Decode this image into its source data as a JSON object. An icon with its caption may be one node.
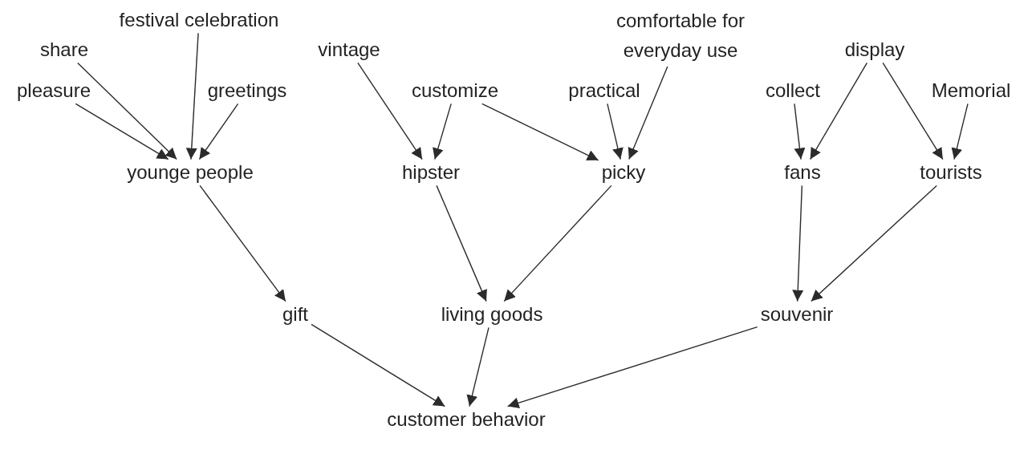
{
  "diagram": {
    "nodes": [
      {
        "text": [
          "festival celebration"
        ]
      },
      {
        "text": [
          "share"
        ]
      },
      {
        "text": [
          "vintage"
        ]
      },
      {
        "text": [
          "comfortable for everyday use"
        ]
      },
      {
        "text": [
          "display"
        ]
      },
      {
        "text": [
          "pleasure"
        ]
      },
      {
        "text": [
          "greetings"
        ]
      },
      {
        "text": [
          "customize"
        ]
      },
      {
        "text": [
          "practical"
        ]
      },
      {
        "text": [
          "collect"
        ]
      },
      {
        "text": [
          "Memorial"
        ]
      },
      {
        "text": [
          "younge people"
        ]
      },
      {
        "text": [
          "hipster"
        ]
      },
      {
        "text": [
          "picky"
        ]
      },
      {
        "text": [
          "fans"
        ]
      },
      {
        "text": [
          "tourists"
        ]
      },
      {
        "text": [
          "gift"
        ]
      },
      {
        "text": [
          "living goods"
        ]
      },
      {
        "text": [
          "souvenir"
        ]
      },
      {
        "text": [
          "customer behavior"
        ]
      }
    ],
    "edges": [
      {
        "from": 5,
        "to": 11,
        "arrow": "to"
      },
      {
        "from": 1,
        "to": 11,
        "arrow": "to"
      },
      {
        "from": 0,
        "to": 11,
        "arrow": "to"
      },
      {
        "from": 6,
        "to": 11,
        "arrow": "to"
      },
      {
        "from": 2,
        "to": 12,
        "arrow": "to"
      },
      {
        "from": 7,
        "to": 12,
        "arrow": "to"
      },
      {
        "from": 7,
        "to": 13,
        "arrow": "to"
      },
      {
        "from": 8,
        "to": 13,
        "arrow": "to"
      },
      {
        "from": 3,
        "to": 13,
        "arrow": "to"
      },
      {
        "from": 9,
        "to": 14,
        "arrow": "to"
      },
      {
        "from": 4,
        "to": 14,
        "arrow": "to"
      },
      {
        "from": 4,
        "to": 15,
        "arrow": "to"
      },
      {
        "from": 10,
        "to": 15,
        "arrow": "to"
      },
      {
        "from": 11,
        "to": 16,
        "arrow": "to"
      },
      {
        "from": 12,
        "to": 17,
        "arrow": "to"
      },
      {
        "from": 13,
        "to": 17,
        "arrow": "to"
      },
      {
        "from": 14,
        "to": 18,
        "arrow": "to"
      },
      {
        "from": 15,
        "to": 18,
        "arrow": "to"
      },
      {
        "from": 16,
        "to": 19,
        "arrow": "to"
      },
      {
        "from": 17,
        "to": 19,
        "arrow": "to"
      },
      {
        "from": 18,
        "to": 19,
        "arrow": "to"
      }
    ]
  }
}
